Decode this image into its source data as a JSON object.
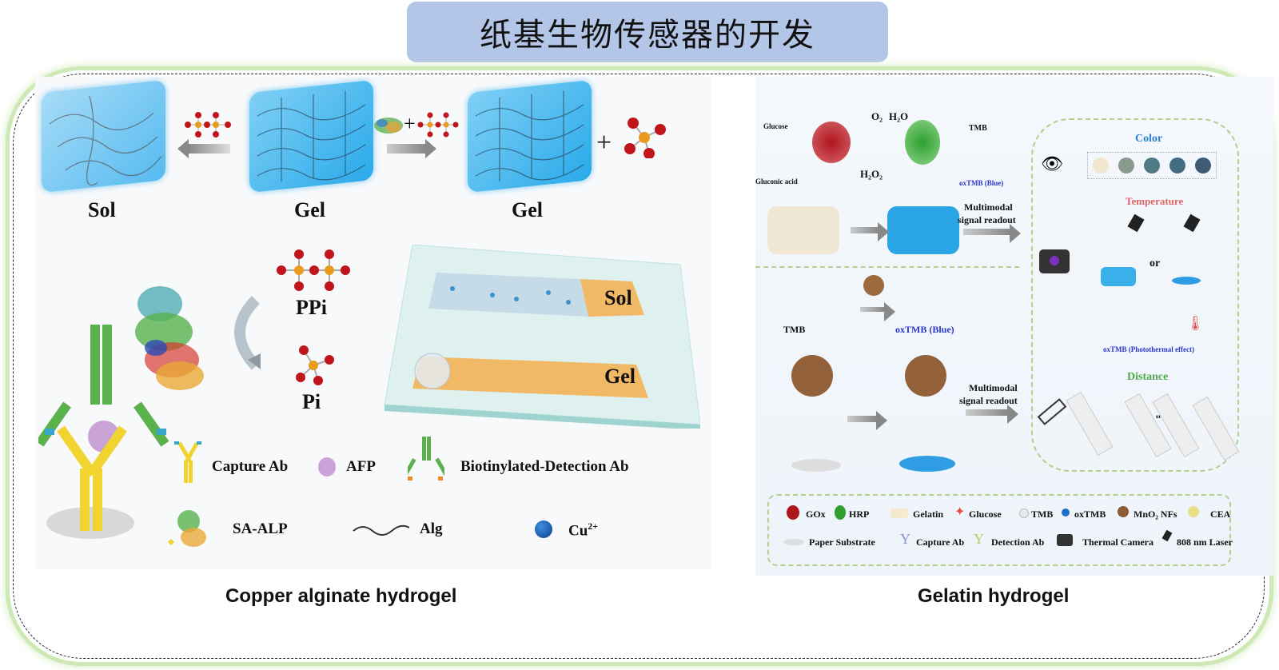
{
  "title": "纸基生物传感器的开发",
  "left_panel": {
    "caption": "Copper alginate hydrogel",
    "states": {
      "sol": "Sol",
      "gel_1": "Gel",
      "gel_2": "Gel"
    },
    "plus": "+",
    "molecules": {
      "ppi": "PPi",
      "pi": "Pi"
    },
    "strips": {
      "sol": "Sol",
      "gel": "Gel"
    },
    "legend": [
      {
        "icon": "capture-antibody-icon",
        "label": "Capture Ab"
      },
      {
        "icon": "afp-icon",
        "label": "AFP"
      },
      {
        "icon": "detection-antibody-icon",
        "label": "Biotinylated-Detection Ab"
      },
      {
        "icon": "sa-alp-icon",
        "label": "SA-ALP"
      },
      {
        "icon": "alginate-chain-icon",
        "label": "Alg"
      },
      {
        "icon": "copper-ion-icon",
        "label": "Cu",
        "superscript": "2+"
      }
    ]
  },
  "right_panel": {
    "caption": "Gelatin hydrogel",
    "reaction": {
      "glucose": "Glucose",
      "gluconic_acid": "Gluconic acid",
      "o2": "O₂",
      "h2o": "H₂O",
      "h2o2": "H₂O₂",
      "tmb": "TMB",
      "oxtmb": "oxTMB (Blue)"
    },
    "readout_1": [
      "Multimodal",
      "signal readout"
    ],
    "nanozyme": {
      "tmb": "TMB",
      "oxtmb": "oxTMB (Blue)"
    },
    "readout_2": [
      "Multimodal",
      "signal readout"
    ],
    "readout_box": {
      "color_title": "Color",
      "color_swatches": [
        "#f2e6cf",
        "#8c9a8e",
        "#4e7b85",
        "#456d82",
        "#3e5d74"
      ],
      "temperature_title": "Temperature",
      "or": "or",
      "photothermal": "oxTMB (Photothermal effect)",
      "distance_title": "Distance",
      "distance_or": "or"
    },
    "legend": [
      {
        "icon": "gox-icon",
        "label": "GOx"
      },
      {
        "icon": "hrp-icon",
        "label": "HRP"
      },
      {
        "icon": "gelatin-icon",
        "label": "Gelatin"
      },
      {
        "icon": "glucose-icon",
        "label": "Glucose"
      },
      {
        "icon": "tmb-icon",
        "label": "TMB"
      },
      {
        "icon": "oxtmb-icon",
        "label": "oxTMB"
      },
      {
        "icon": "mno2-icon",
        "label": "MnO₂ NFs"
      },
      {
        "icon": "cea-icon",
        "label": "CEA"
      },
      {
        "icon": "paper-substrate-icon",
        "label": "Paper Substrate"
      },
      {
        "icon": "capture-antibody-icon",
        "label": "Capture Ab"
      },
      {
        "icon": "detection-antibody-icon",
        "label": "Detection Ab"
      },
      {
        "icon": "thermal-camera-icon",
        "label": "Thermal Camera"
      },
      {
        "icon": "laser-icon",
        "label": "808 nm Laser"
      }
    ]
  }
}
